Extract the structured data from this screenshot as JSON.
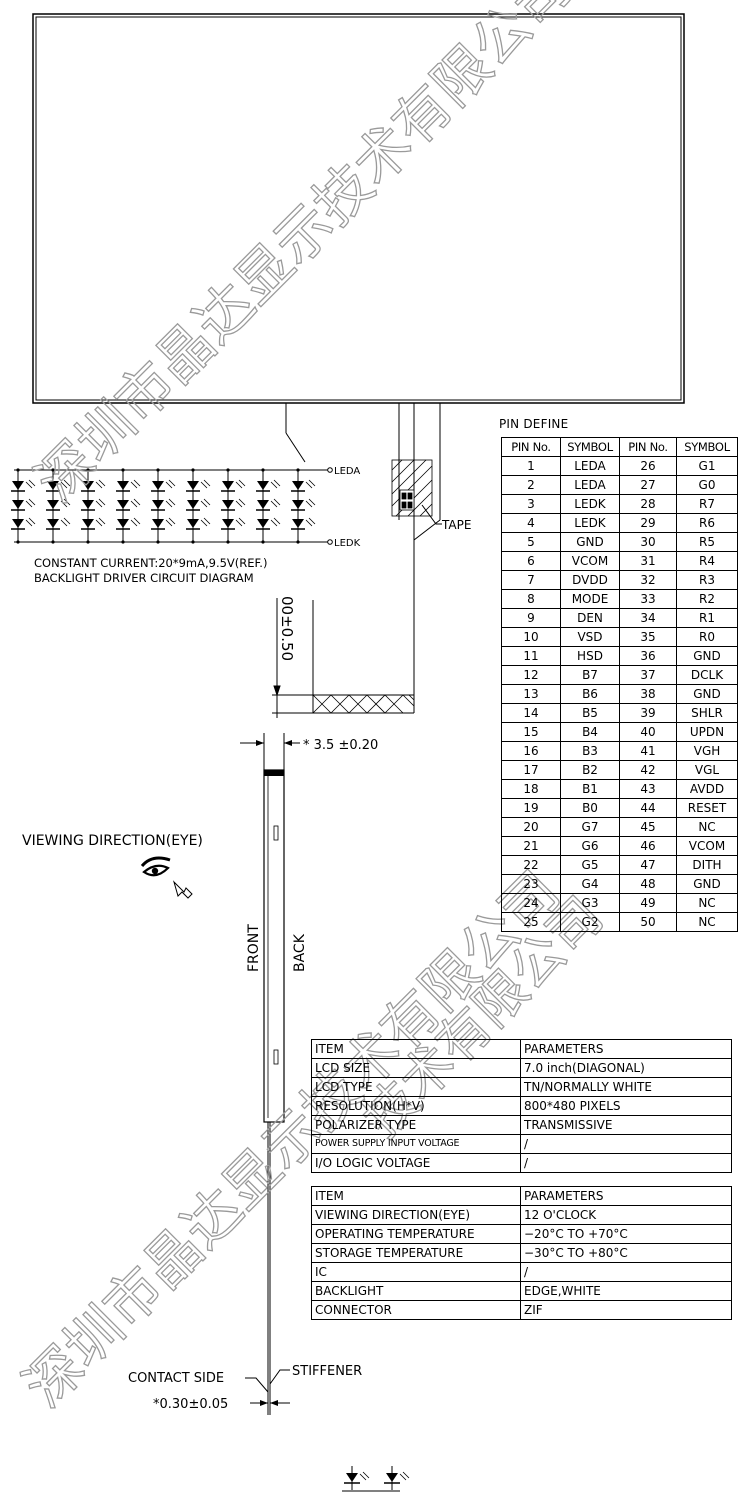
{
  "watermark": "深圳市晶达显示技术有限公司",
  "watermark_fragment": "技术有限公司",
  "backlight": {
    "anode_label": "LEDA",
    "cathode_label": "LEDK",
    "current_note": "CONSTANT CURRENT:20*9mA,9.5V(REF.)",
    "title": "BACKLIGHT DRIVER CIRCUIT DIAGRAM",
    "led_columns": 9,
    "leds_per_column": 3
  },
  "fpc": {
    "tape_label": "TAPE",
    "dimension_label": "00±0.50"
  },
  "side_view": {
    "thickness_label": "* 3.5 ±0.20",
    "viewing_label": "VIEWING DIRECTION(EYE)",
    "front_label": "FRONT",
    "back_label": "BACK",
    "contact_side_label": "CONTACT SIDE",
    "stiffener_label": "STIFFENER",
    "fpc_thickness_label": "*0.30±0.05"
  },
  "pin_define": {
    "title": "PIN DEFINE",
    "headers": [
      "PIN No.",
      "SYMBOL",
      "PIN No.",
      "SYMBOL"
    ],
    "rows": [
      [
        "1",
        "LEDA",
        "26",
        "G1"
      ],
      [
        "2",
        "LEDA",
        "27",
        "G0"
      ],
      [
        "3",
        "LEDK",
        "28",
        "R7"
      ],
      [
        "4",
        "LEDK",
        "29",
        "R6"
      ],
      [
        "5",
        "GND",
        "30",
        "R5"
      ],
      [
        "6",
        "VCOM",
        "31",
        "R4"
      ],
      [
        "7",
        "DVDD",
        "32",
        "R3"
      ],
      [
        "8",
        "MODE",
        "33",
        "R2"
      ],
      [
        "9",
        "DEN",
        "34",
        "R1"
      ],
      [
        "10",
        "VSD",
        "35",
        "R0"
      ],
      [
        "11",
        "HSD",
        "36",
        "GND"
      ],
      [
        "12",
        "B7",
        "37",
        "DCLK"
      ],
      [
        "13",
        "B6",
        "38",
        "GND"
      ],
      [
        "14",
        "B5",
        "39",
        "SHLR"
      ],
      [
        "15",
        "B4",
        "40",
        "UPDN"
      ],
      [
        "16",
        "B3",
        "41",
        "VGH"
      ],
      [
        "17",
        "B2",
        "42",
        "VGL"
      ],
      [
        "18",
        "B1",
        "43",
        "AVDD"
      ],
      [
        "19",
        "B0",
        "44",
        "RESET"
      ],
      [
        "20",
        "G7",
        "45",
        "NC"
      ],
      [
        "21",
        "G6",
        "46",
        "VCOM"
      ],
      [
        "22",
        "G5",
        "47",
        "DITH"
      ],
      [
        "23",
        "G4",
        "48",
        "GND"
      ],
      [
        "24",
        "G3",
        "49",
        "NC"
      ],
      [
        "25",
        "G2",
        "50",
        "NC"
      ]
    ]
  },
  "params_table_1": {
    "rows": [
      [
        "ITEM",
        "PARAMETERS"
      ],
      [
        "LCD SIZE",
        "7.0 inch(DIAGONAL)"
      ],
      [
        "LCD TYPE",
        "TN/NORMALLY WHITE"
      ],
      [
        "RESOLUTION(H*V)",
        "800*480 PIXELS"
      ],
      [
        "POLARIZER TYPE",
        "TRANSMISSIVE"
      ],
      [
        "POWER SUPPLY INPUT VOLTAGE",
        "/"
      ],
      [
        "I/O LOGIC  VOLTAGE",
        "/"
      ]
    ]
  },
  "params_table_2": {
    "rows": [
      [
        "ITEM",
        "PARAMETERS"
      ],
      [
        "VIEWING DIRECTION(EYE)",
        "12 O'CLOCK"
      ],
      [
        "OPERATING TEMPERATURE",
        "−20°C TO +70°C"
      ],
      [
        "STORAGE TEMPERATURE",
        "−30°C TO +80°C"
      ],
      [
        "IC",
        "/"
      ],
      [
        "BACKLIGHT",
        "EDGE,WHITE"
      ],
      [
        "CONNECTOR",
        "ZIF"
      ]
    ]
  }
}
